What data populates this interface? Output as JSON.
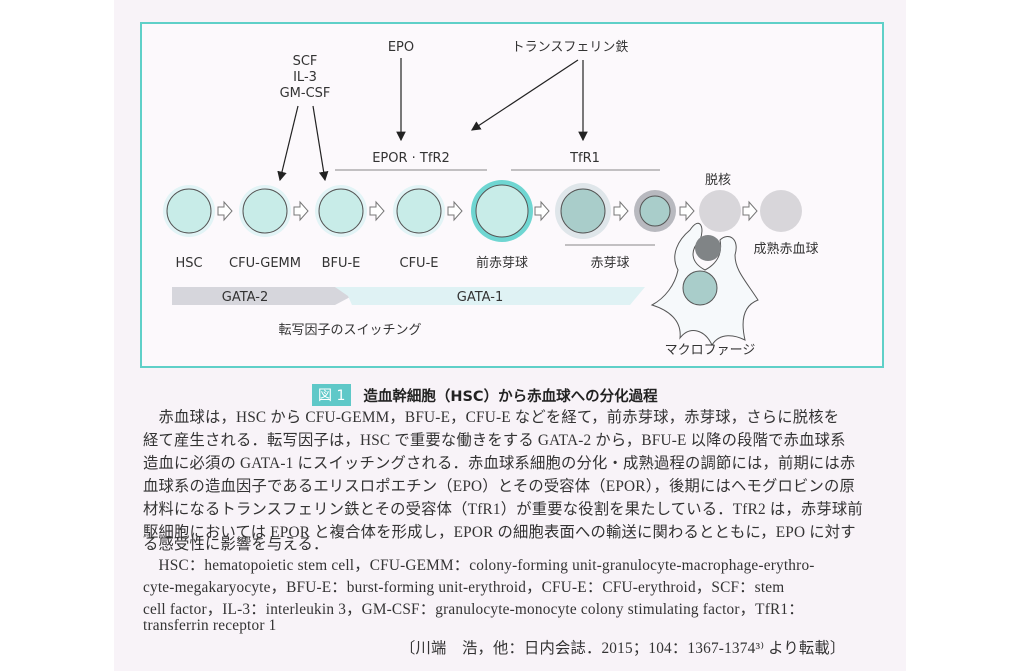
{
  "diagram": {
    "factors_top": [
      "SCF",
      "IL-3",
      "GM-CSF"
    ],
    "epo": "EPO",
    "transferrin": "トランスフェリン鉄",
    "epor_tfr2": "EPOR · TfR2",
    "tfr1": "TfR1",
    "enucleation": "脱核",
    "cells": [
      "HSC",
      "CFU-GEMM",
      "BFU-E",
      "CFU-E",
      "前赤芽球",
      "赤芽球",
      "成熟赤血球"
    ],
    "gata2": "GATA-2",
    "gata1": "GATA-1",
    "switching": "転写因子のスイッチング",
    "macrophage": "マクロファージ",
    "colors": {
      "border": "#5fd0c8",
      "cell": "#c8ece8",
      "cell_halo": "#e2f4f6",
      "proerythro_ring": "#6fd6d2",
      "erythroblast": "#a9cdca",
      "gray": "#d8d6da"
    }
  },
  "caption": {
    "number": "図 1",
    "title": "造血幹細胞（HSC）から赤血球への分化過程"
  },
  "body_lines": [
    "　赤血球は，HSC から CFU-GEMM，BFU-E，CFU-E などを経て，前赤芽球，赤芽球，さらに脱核を",
    "経て産生される．転写因子は，HSC で重要な働きをする GATA-2 から，BFU-E 以降の段階で赤血球系",
    "造血に必須の GATA-1 にスイッチングされる．赤血球系細胞の分化・成熟過程の調節には，前期には赤",
    "血球系の造血因子であるエリスロポエチン（EPO）とその受容体（EPOR），後期にはヘモグロビンの原",
    "材料になるトランスフェリン鉄とその受容体（TfR1）が重要な役割を果たしている．TfR2 は，赤芽球前",
    "駆細胞においては EPOR と複合体を形成し，EPOR の細胞表面への輸送に関わるとともに，EPO に対す",
    "る感受性に影響を与える．",
    "　HSC：hematopoietic stem cell，CFU-GEMM：colony-forming unit-granulocyte-macrophage-erythro-",
    "cyte-megakaryocyte，BFU-E：burst-forming unit-erythroid，CFU-E：CFU-erythroid，SCF：stem",
    "cell factor，IL-3：interleukin 3，GM-CSF：granulocyte-monocyte colony stimulating factor，TfR1：",
    "transferrin receptor 1"
  ],
  "source": "〔川端　浩，他：日内会誌．2015；104：1367-1374³⁾ より転載〕"
}
